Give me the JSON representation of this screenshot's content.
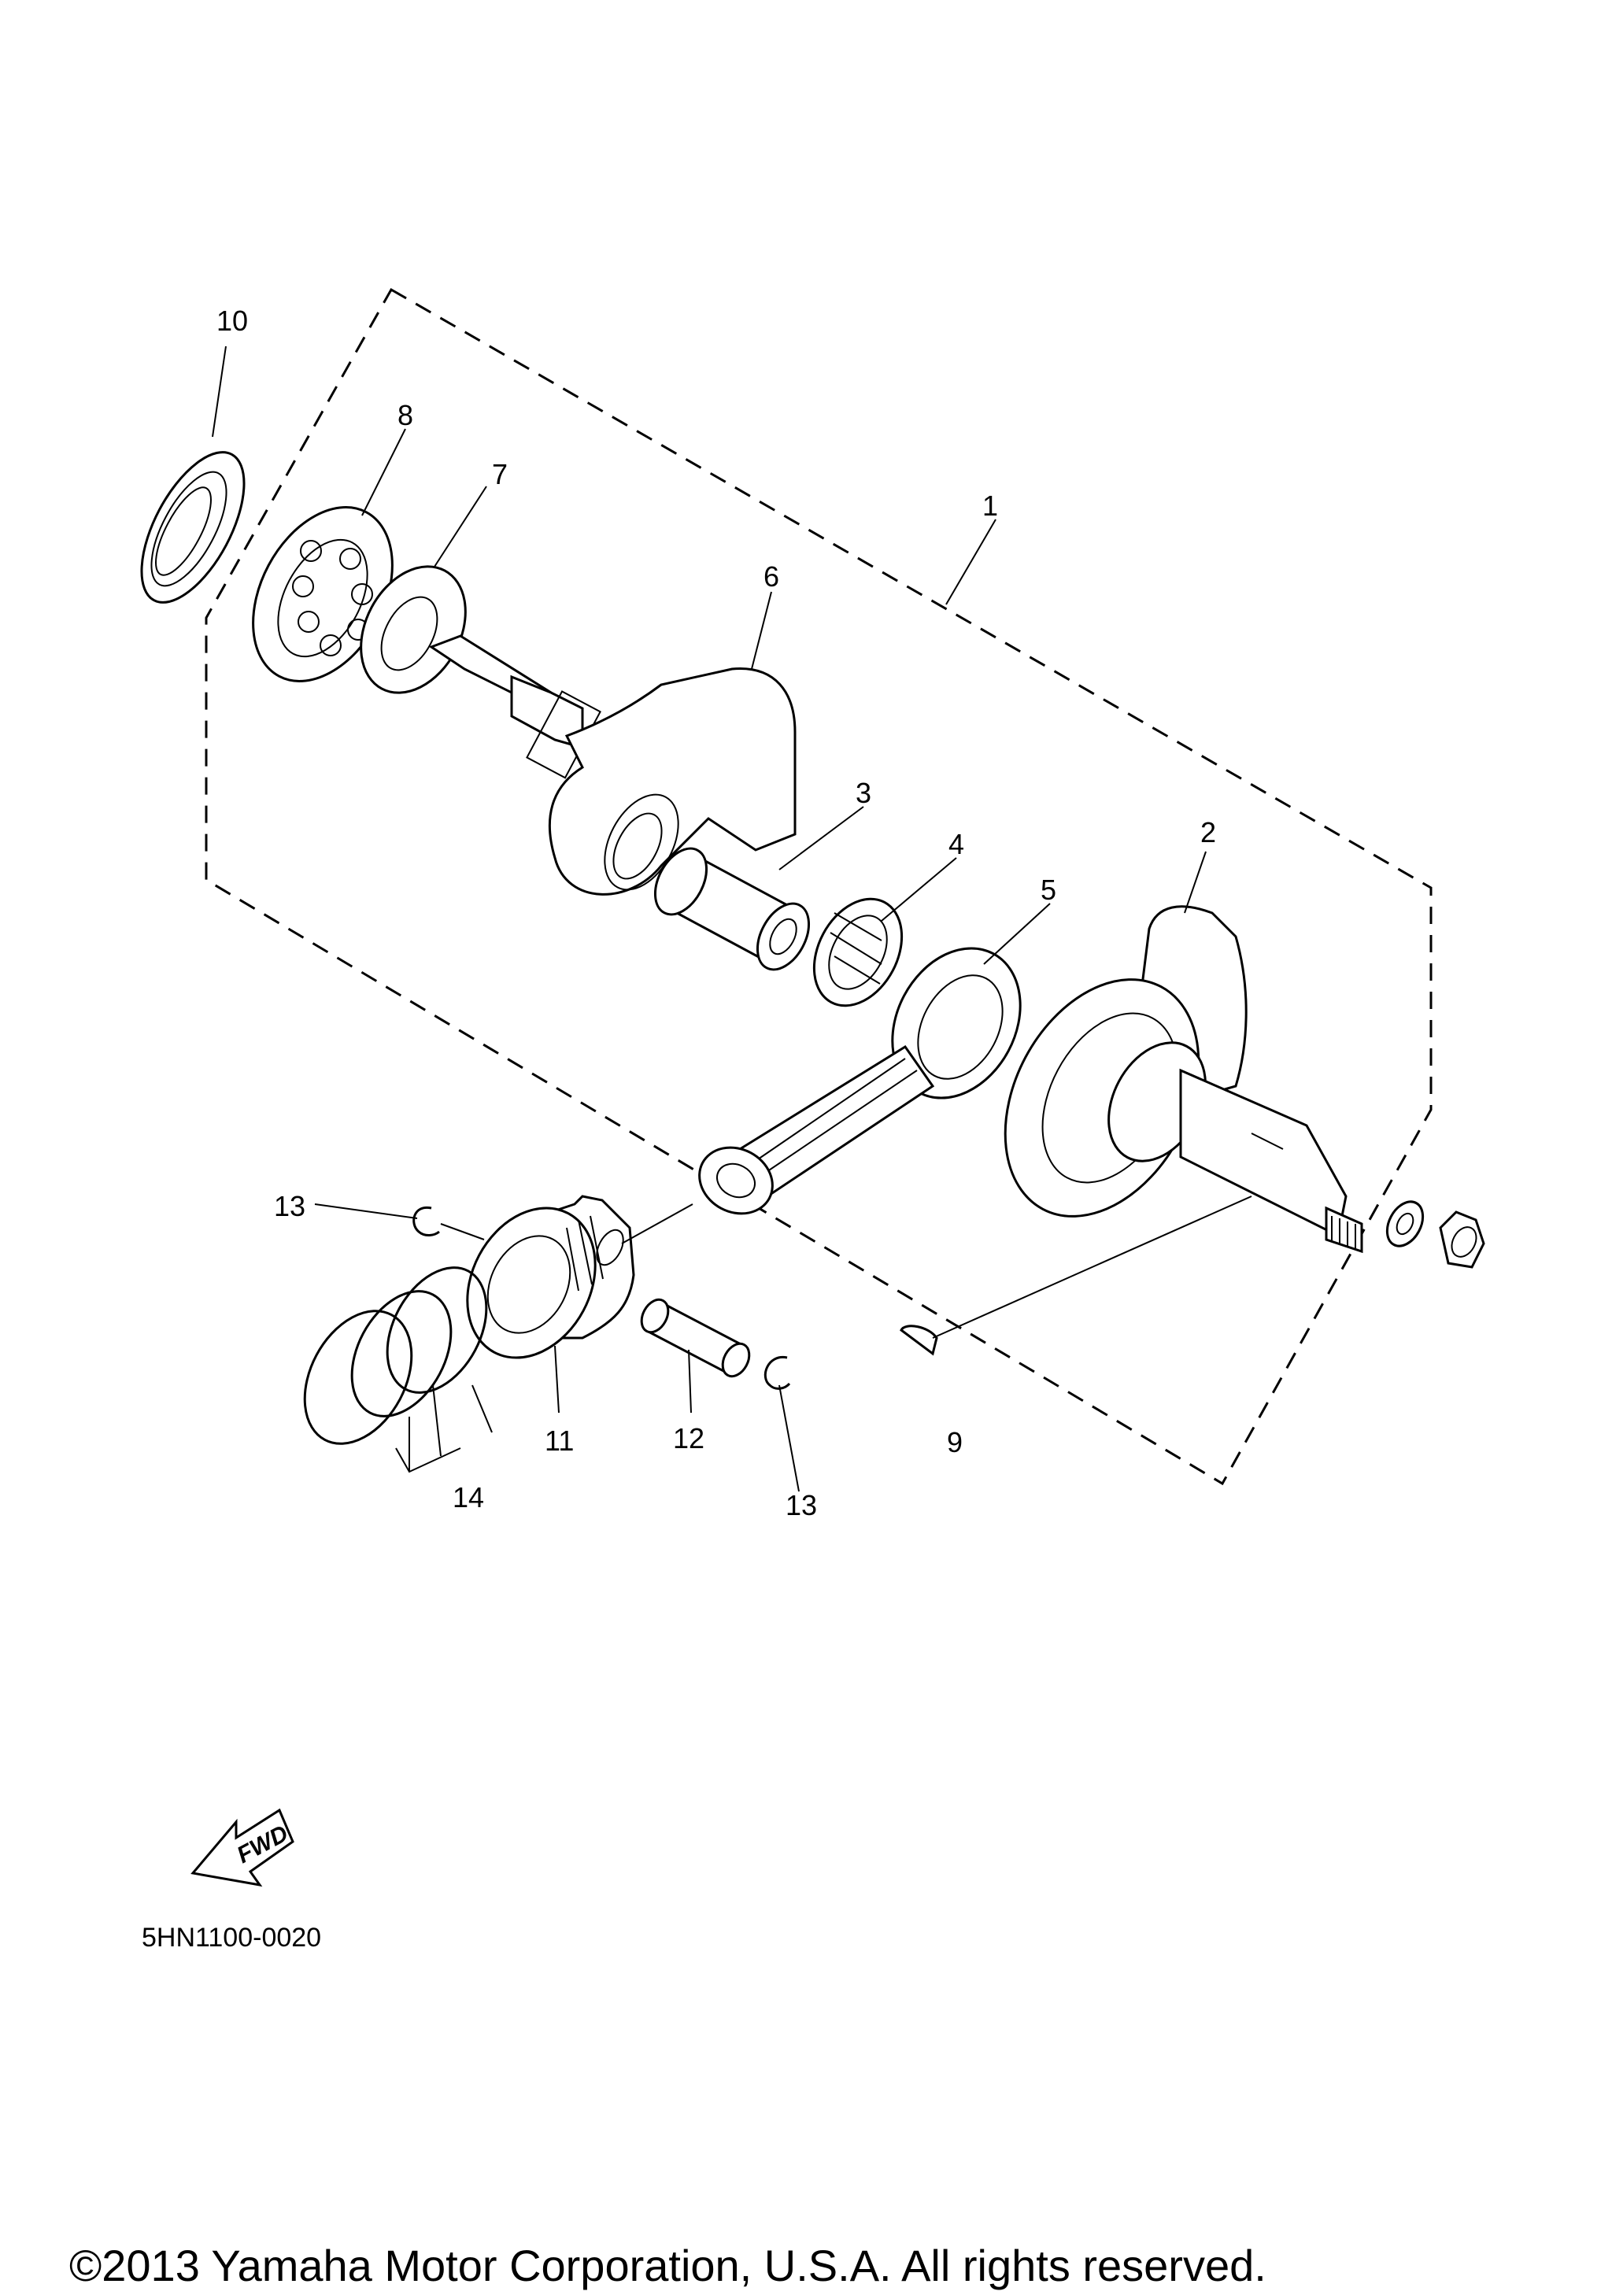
{
  "diagram_code": "5HN1100-0020",
  "copyright": "©2013 Yamaha Motor Corporation, U.S.A. All rights reserved.",
  "direction_indicator": "FWD",
  "callouts": [
    {
      "id": "c1",
      "number": "1"
    },
    {
      "id": "c2",
      "number": "2"
    },
    {
      "id": "c3",
      "number": "3"
    },
    {
      "id": "c4",
      "number": "4"
    },
    {
      "id": "c5",
      "number": "5"
    },
    {
      "id": "c6",
      "number": "6"
    },
    {
      "id": "c7",
      "number": "7"
    },
    {
      "id": "c8",
      "number": "8"
    },
    {
      "id": "c9",
      "number": "9"
    },
    {
      "id": "c10",
      "number": "10"
    },
    {
      "id": "c11",
      "number": "11"
    },
    {
      "id": "c12",
      "number": "12"
    },
    {
      "id": "c13a",
      "number": "13"
    },
    {
      "id": "c13b",
      "number": "13"
    },
    {
      "id": "c14",
      "number": "14"
    }
  ]
}
